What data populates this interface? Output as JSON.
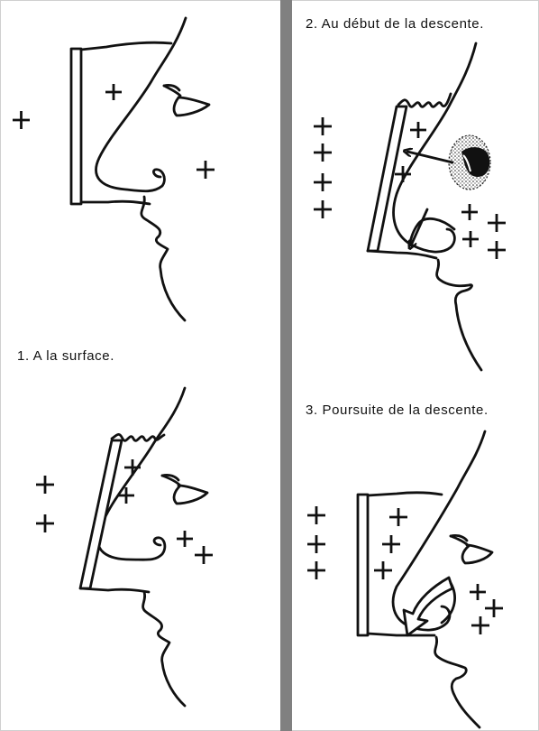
{
  "captions": {
    "panel1": "1.  A la surface.",
    "panel2": "2.  Au début de la descente.",
    "panel3": "3.  Poursuite de la descente."
  },
  "colors": {
    "divider": "#808080",
    "ink": "#111111",
    "background": "#ffffff"
  }
}
